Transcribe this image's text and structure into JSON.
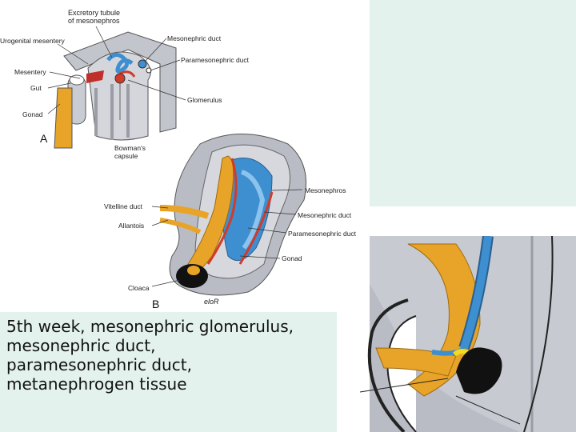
{
  "figure_a": {
    "letter": "A",
    "labels": {
      "excretory_tubule": [
        "Excretory tubule",
        "of mesonephros"
      ],
      "urogenital_mesentery": "Urogenital mesentery",
      "mesentery": "Mesentery",
      "gut": "Gut",
      "gonad": "Gonad",
      "mesonephric_duct": "Mesonephric duct",
      "paramesonephric_duct": "Paramesonephric duct",
      "glomerulus": "Glomerulus",
      "bowmans_capsule": [
        "Bowman's",
        "capsule"
      ]
    }
  },
  "figure_b": {
    "letter": "B",
    "signature": "eloR",
    "labels": {
      "vitelline_duct": "Vitelline duct",
      "allantois": "Allantois",
      "cloaca": "Cloaca",
      "mesonephros": "Mesonephros",
      "mesonephric_duct": "Mesonephric duct",
      "paramesonephric_duct": "Paramesonephric duct",
      "gonad": "Gonad"
    }
  },
  "caption": {
    "lines": [
      "5th week, mesonephric glomerulus,",
      "mesonephric duct,",
      "paramesonephric duct,",
      "metanephrogen tissue"
    ]
  },
  "colors": {
    "panel_bg": "#e3f2ec",
    "tissue_gray": "#b9bcc4",
    "gonad_orange": "#e8a428",
    "duct_blue": "#3d8fd0",
    "vessel_red": "#d23a2a",
    "cloaca_black": "#111111"
  }
}
